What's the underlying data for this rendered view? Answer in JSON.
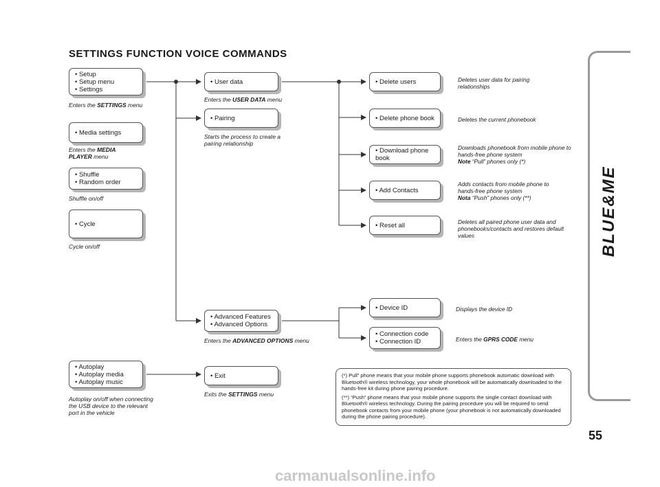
{
  "title": "SETTINGS FUNCTION VOICE COMMANDS",
  "col1": [
    {
      "lines": [
        "• Setup",
        "• Setup menu",
        "• Settings"
      ],
      "caption_pre": "Enters the ",
      "caption_em": "SETTINGS",
      "caption_post": " menu"
    },
    {
      "lines": [
        "• Media settings"
      ],
      "caption_pre": "Enters the ",
      "caption_em": "MEDIA PLAYER",
      "caption_post": " menu"
    },
    {
      "lines": [
        "• Shuffle",
        "• Random order"
      ],
      "caption": "Shuffle on/off"
    },
    {
      "lines": [
        "• Cycle"
      ],
      "caption": "Cycle on/off"
    },
    {
      "lines": [
        "• Autoplay",
        "• Autoplay media",
        "• Autoplay music"
      ],
      "caption": "Autoplay on/off when connecting the USB device to the relevant port in the vehicle"
    }
  ],
  "col2": [
    {
      "lines": [
        "• User data"
      ],
      "caption_pre": "Enters the ",
      "caption_em": "USER DATA",
      "caption_post": " menu"
    },
    {
      "lines": [
        "• Pairing"
      ],
      "caption": "Starts the process to create a pairing relationship"
    },
    {
      "lines": [
        "• Advanced Features",
        "• Advanced Options"
      ],
      "caption_pre": "Enters the ",
      "caption_em": "ADVANCED OPTIONS",
      "caption_post": " menu"
    },
    {
      "lines": [
        "• Exit"
      ],
      "caption_pre": "Exits the ",
      "caption_em": "SETTINGS",
      "caption_post": " menu"
    }
  ],
  "col3": [
    {
      "lines": [
        "• Delete users"
      ],
      "desc": "Deletes user data for pairing relationships"
    },
    {
      "lines": [
        "• Delete phone book"
      ],
      "desc": "Deletes the current phonebook"
    },
    {
      "lines": [
        "• Download phone book"
      ],
      "desc": "Downloads phonebook from mobile phone to hands-free phone system",
      "note_label": "Note",
      "note_text": " “Pull” phones only (*)"
    },
    {
      "lines": [
        "• Add Contacts"
      ],
      "desc": "Adds contacts from mobile phone to hands-free phone system",
      "note_label": "Nota",
      "note_text": " “Push” phones only (**)"
    },
    {
      "lines": [
        "• Reset all"
      ],
      "desc": "Deletes all paired phone user data and phonebooks/contacts and restores default values"
    },
    {
      "lines": [
        "• Device ID"
      ],
      "desc": "Displays the device ID"
    },
    {
      "lines": [
        "• Connection code",
        "• Connection ID"
      ],
      "desc_pre": "Enters the ",
      "desc_em": "GPRS CODE",
      "desc_post": " menu"
    }
  ],
  "footnote": {
    "p1": "(*)  Pull” phone means that your mobile phone supports phonebook automatic download with Bluetooth® wireless technology, your whole phonebook will be automatically downloaded to the hands-free kit during phone pairing procedure.",
    "p2": "(**)  “Push” phone means that your mobile phone supports the single contact download with Bluetooth® wireless technology. During the pairing procedure you will be required to send phonebook contacts from your mobile phone (your phonebook is not automatically downloaded during the phone pairing procedure)."
  },
  "logo": "BLUE&ME",
  "page_number": "55",
  "watermark": "carmanualsonline.info"
}
